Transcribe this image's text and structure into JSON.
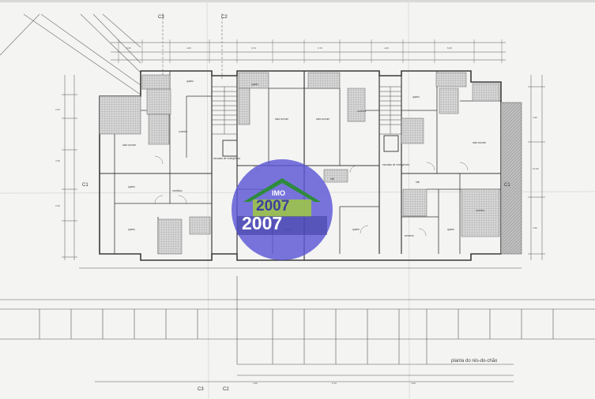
{
  "drawing": {
    "title": "planta do rés-do-chão",
    "section_marks": {
      "c1": "C1",
      "c2": "C2",
      "c3": "C3"
    }
  },
  "watermark": {
    "brand": "IMO",
    "year": "2007",
    "colors": {
      "disc": "#5b57d6",
      "roof": "#2e8b3c",
      "text": "#3f3d9e"
    }
  },
  "rooms": {
    "sala_comum": "sala comum",
    "quarto": "quarto",
    "cozinha": "cozinha",
    "vestibulo": "vestíbulo",
    "hall": "hall",
    "arrumos": "arrumos",
    "escada": "escadas de emergência"
  },
  "colors": {
    "line": "#3a3a3a",
    "tile": "#9a9a9a",
    "paper": "#f4f4f3"
  }
}
